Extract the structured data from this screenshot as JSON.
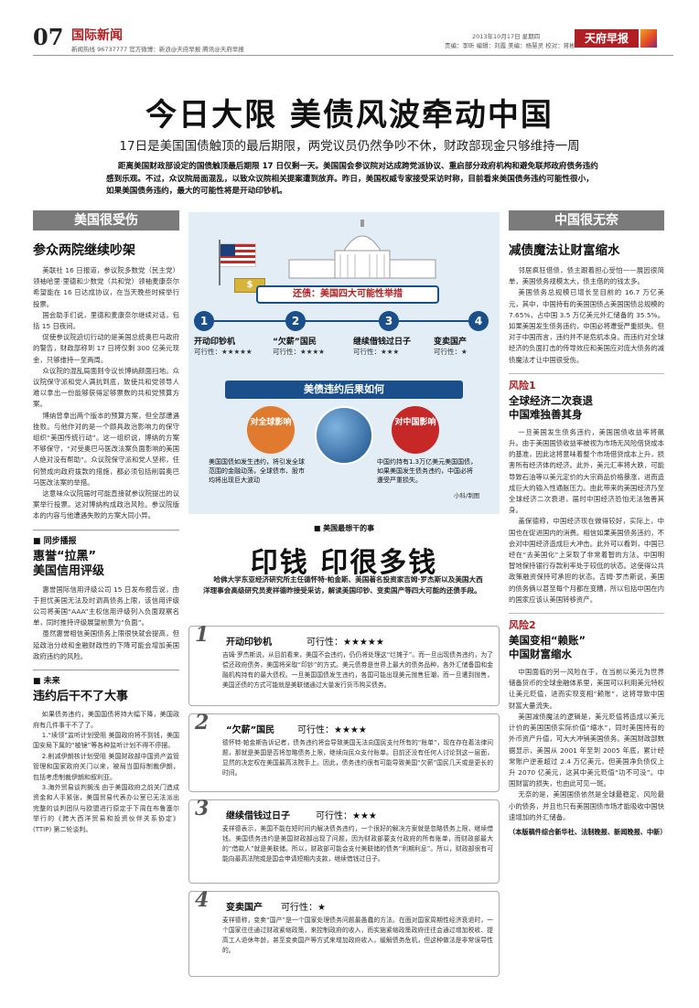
{
  "header": {
    "page_no": "07",
    "section": "国际新闻",
    "contact": "新闻热线 96737777  官方微博：新浪@天府早报  腾讯@天府早报",
    "date": "2013年10月17日  星期四",
    "editors": "责编：李昕  编辑：刘霞  美编：杨慧灵  校对：蒋彬",
    "brand": "天府早报"
  },
  "headline": {
    "main": "今日大限  美债风波牵动中国",
    "sub": "17日是美国国债触顶的最后期限，两党议员仍然争吵不休，财政部现金只够维持一周",
    "lead": "距离美国财政部设定的国债触顶最后期限 17 日仅剩一天。美国国会参议院对达成跨党派协议、重启部分政府机构和避免联邦政府债务违约感到乐观。不过，众议院局面混乱，以致众议院相关提案遭到放弃。昨日，美国权威专家接受采访时称，目前看来美国债务违约可能性很小，如果美国债务违约，最大的可能性将是开动印钞机。"
  },
  "left": {
    "banner": "美国很受伤",
    "art1_title": "参众两院继续吵架",
    "art1_paras": [
      "美联社 16 日报道，参议院多数党（民主党）领袖哈里·里德和少数党（共和党）领袖麦康奈尔希望能在 16 日达成协议，在当天晚些时候举行投票。",
      "国会助手们说，里德和麦康奈尔继续对话，包括 15 日夜间。",
      "促使参议院迫切行动的是美国总统奥巴马政府的警告，财政部称到 17 日将仅剩 300 亿美元现金，只够维持一至两周。",
      "众议院的混乱局面则令议长博纳颜面扫地。众议院保守派和党人满抗到底，致使共和党领导人难以拿出一份能够获得足够票数的共和党预算方案。",
      "博纳曾拿出两个版本的预算方案，但全部遭遇挫败。与他作对的是一个颇具政治影响力的保守组织“美国传统行动”。这一组织说，博纳的方案不够保守，“对受奥巴马医改法案负面影响的美国人绝对没有帮助”。众议院保守派和党人坚称，任何赞成向政府拨款的措施，都必须包括削弱奥巴马医改法案的举措。",
      "这意味众议院届时可能直接就参议院提出的议案举行投票。这对博纳构成政治风险。参议院版本的内容与他遭遇失败的方案大同小异。"
    ],
    "sync_label": "■ 同步播报",
    "art2_title_1": "惠誉“拉黑”",
    "art2_title_2": "美国信用评级",
    "art2_paras": [
      "惠誉国际信用评级公司 15 日发布报告说，由于担忧美国无法及时调高债务上限，该信用评级公司将美国“AAA”主权信用评级列入负面观察名单，同时推持评级展望前景为“负面”。",
      "虽然惠誉相信美国债务上限很快就会提高，但延政治分歧和金融财政性的下降可能会增加美国政府违约的风险。"
    ],
    "future_label": "■ 未来",
    "art3_title": "违约后干不了大事",
    "art3_paras": [
      "如果债务违约，美国国债将持大幅下降，美国政府有几件事干不了了。",
      "1.“续领”监听计划受阻 美国政府将不到钱，美国国安局下属的“棱镜”等各种监听计划不得不停摆。",
      "2.削减伊朗核计划受阻 美国财政部中国资产监管管理和国家政府关门以来，被局当国际制裁伊朗，包括考虑制裁伊朗和叙利亚。",
      "3.海外贸易谈判搁浅 由于美国政府之前关门造成资金和人手紧张，美国贸易代表办公室已无法派出完整的谈判团队与欧盟进行原定于下周在布鲁塞尔举行的《跨大西洋贸易和投资伙伴关系协定》(TTIP) 第二轮谈判。"
    ]
  },
  "center": {
    "infographic": {
      "title": "还债：美国四大可能性举措",
      "steps": [
        {
          "num": "1",
          "label": "开动印钞机",
          "rating": "可行性：★★★★★"
        },
        {
          "num": "2",
          "label": "“欠薪”国民",
          "rating": "可行性：★★★★"
        },
        {
          "num": "3",
          "label": "继续借钱过日子",
          "rating": "可行性：★★★"
        },
        {
          "num": "4",
          "label": "变卖国产",
          "rating": "可行性：★"
        }
      ],
      "consequence": "美债违约后果如何",
      "global_title": "对全球影响",
      "global_text": "美国国债如发生违约，将引发全球范围的金融动荡，全球债市、股市均将出现巨大波动",
      "china_title": "对中国影响",
      "china_text": "中国约持有1.3万亿美元美国国债，如果美国发生债务违约，中国必将遭受严重损失。",
      "credit": "小科/制图"
    },
    "interview_label": "■ 美国最想干的事",
    "big_title": "印钱  印很多钱",
    "intro": "哈佛大学东亚经济研究所主任德怀特·帕金斯、美国著名投资家吉姆·罗杰斯以及美国大西洋理事会高级研究员麦祥德昨接受采访，解读美国印钞、变卖国产等四大可能的还债手段。",
    "options": [
      {
        "num": "1",
        "title": "开动印钞机",
        "rating": "可行性：★★★★★",
        "text": "吉姆·罗杰斯说，从目前看来，美国不会违约，仍仍将处理这“烂摊子”。而一旦出现债务违约，为了偿还政府债务，美国将采取“印钞”的方式。美元债券是世界上最大的债务品种，各外汇储备国和金融机构持有的最大债权。一旦美国国债发生违约，各国可能出现美元抛售狂潮，而一旦遭到抛售，美国还债的方式可能就是美联储通过大量发行货币购买债务。"
      },
      {
        "num": "2",
        "title": "“欠薪”国民",
        "rating": "可行性：★★★★",
        "text": "德怀特·帕金斯告诉记者，债务违约将会导致美国无法向国民支付所有的“账单”，现在存在着法律问题，那就是美国是否将忽略债务上限，继续向民众支付账单。目前还没有任何人讨论到这一层面，显然的决定权在美国最高法院手上。因此，债务违约很有可能导致美国“欠薪”国民几天或是更长的时间。"
      },
      {
        "num": "3",
        "title": "继续借钱过日子",
        "rating": "可行性：★★★",
        "text": "麦祥德表示，美国不能在短时间内解决债务违约，一个很好的解决方案就是忽略债务上限，继续借钱。美国债务违约是美国财政部出现了问题，因为财政部要支付政府的所有账单，而财政部最大的“借款人”就是美联储。所以，财政部可能会支付美联储的债务“利期利息”。所以，财政部很有可能向最高法院或是国会申请短期内支款，继续借钱过日子。"
      },
      {
        "num": "4",
        "title": "变卖国产",
        "rating": "可行性：★",
        "text": "麦祥德称，变卖“国产”是一个国家处理债务问题最愚蠢的方法。在面对国家周期性经济衰退时，一个国家往往通过财政紧缩政策，来控制政府的收入，而实施紧缩政策政府往往会通过增加税收、提高工人退休年龄，甚至变卖国产等方式来增加政府收入，缓解债务危机，但这种做法是非常误导性的。"
      }
    ]
  },
  "right": {
    "banner": "中国很无奈",
    "art1_title": "减债魔法让财富缩水",
    "art1_paras": [
      "邻居疯狂借债，债主跟着担心受怕——展因很简单，美国债务规模太大，债主借的的钱太多。",
      "美国债务总规模已增长至目前的 16.7 万亿美元，其中，中国持有的美国国债占美国国债总规模的 7.65%，占中国 3.5 万亿美元外汇储备的 35.5%。如果美国发生债务违约，中国必将遭受严重损失。但对于中国而言，违约并不是危机本身。而违约对全球经济的负面打击的传导效应和美国应对庞大债务的减债魔法才让中国很受伤。"
    ],
    "risk1_head": "风险1",
    "risk1_title_1": "全球经济二次衰退",
    "risk1_title_2": "中国难独善其身",
    "risk1_paras": [
      "一旦美国发生债务违约，美国国债收益率将飙升。由于美国国债收益率被视为市场无风险借贷成本的基准，因此这将意味着整个市场借贷成本上升，损害所有经济体的经济。此外，美元汇率将大跌，可能导致石油等以美元定价的大宗商品价格暴涨，进而造成巨大的输入性通胀压力。由此带来的美国经济乃至全球经济二次衰退，届时中国经济恐怕无法独善其身。",
      "盖保德称，中国经济现在做得较好，实际上，中国也在促进国内的消费。相信如果美国债务违约，不会对中国经济造成巨大冲击。此外可以看到，中国已经在“去美国化”上采取了非常着智的方法。中国明智地保持银行存款利率处于较低的状态。这使得公共政策融资保持可承担的状态。吉姆·罗杰斯说，美国的债务俩以甚至每个月都在变糟，所以包括中国在内的国家应该认美国转移资产。"
    ],
    "risk2_head": "风险2",
    "risk2_title_1": "美国变相“赖账”",
    "risk2_title_2": "中国财富缩水",
    "risk2_paras": [
      "中国面临的另一风险在于，在当前以美元为世界储备货币的全球金融体系里，美国可以利用美元特权让美元贬值，进而实现变相“赖账”，这将导致中国财富大量流失。",
      "美国减债魔法的逻辑是，美元贬值将造成以美元计价的美国国债实际价值“缩水”，同时美国持有的外币资产升值，可大大冲销美国债务。美国财政部数据显示，美国从 2001 年至到 2005 年底，累计经常账户逆差超过 2.4 万亿美元，但美国净负债仅上升 2070 亿美元，这其中美元贬值“功不可没”。中国财富的损失，也由此可见一斑。",
      "无奈的是，美国国债依然是全球最稳定、风险最小的债务，并且也只有美国国债市场才能吸收中国快速增加的外汇储备。"
    ],
    "source": "（本版稿件综合新华社、法制晚报、新闻晚报、中新）"
  },
  "colors": {
    "accent_red": "#b11e23",
    "banner_gray": "#7b7b7b",
    "info_blue": "#1a4f8b",
    "info_light": "#cfe0ee"
  }
}
